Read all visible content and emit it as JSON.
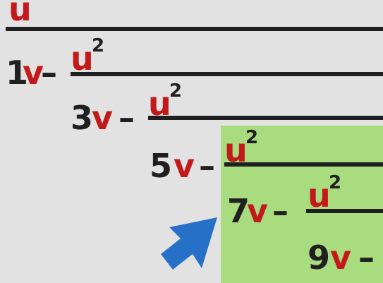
{
  "fraction": {
    "numerator_top": "u",
    "levels": [
      {
        "coefficient": "1",
        "variable": "v",
        "operator": "–",
        "numerator_var": "u",
        "exponent": "2"
      },
      {
        "coefficient": "3",
        "variable": "v",
        "operator": "–",
        "numerator_var": "u",
        "exponent": "2"
      },
      {
        "coefficient": "5",
        "variable": "v",
        "operator": "–",
        "numerator_var": "u",
        "exponent": "2"
      },
      {
        "coefficient": "7",
        "variable": "v",
        "operator": "–",
        "numerator_var": "u",
        "exponent": "2"
      },
      {
        "coefficient": "9",
        "variable": "v",
        "operator": "–"
      }
    ]
  },
  "colors": {
    "variable": "#c21a1a",
    "text": "#202020",
    "highlight": "#a8dc7e",
    "arrow": "#2670c8",
    "background": "#e2e2e2"
  },
  "icons": {
    "pointer": "arrow-icon"
  }
}
